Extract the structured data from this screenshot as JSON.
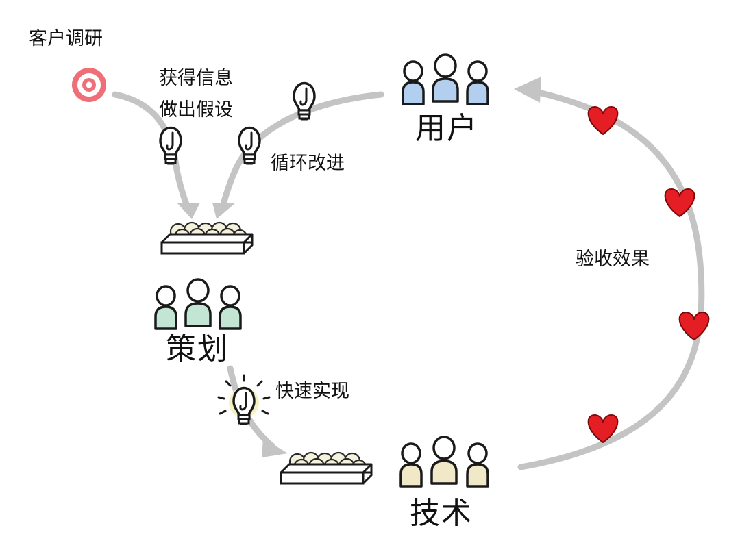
{
  "labels": {
    "research": "客户调研",
    "insight_line1": "获得信息",
    "insight_line2": "做出假设",
    "iterate": "循环改进",
    "users": "用户",
    "acceptance": "验收效果",
    "planning": "策划",
    "implement": "快速实现",
    "tech": "技术"
  },
  "colors": {
    "arrow": "#c4c4c4",
    "target": "#ef6f78",
    "heart": "#e51d25",
    "users_team": "#b3cfef",
    "planning_team": "#c3e6d4",
    "tech_team": "#f1e8c8",
    "bulb_glow": "#f4f2c2",
    "outline": "#1a1a1a"
  },
  "icons": {
    "research": "target-icon",
    "idea": "lightbulb-icon",
    "ideas": "lightbulb-tray-icon",
    "team": "people-group-icon",
    "approval": "heart-icon"
  }
}
